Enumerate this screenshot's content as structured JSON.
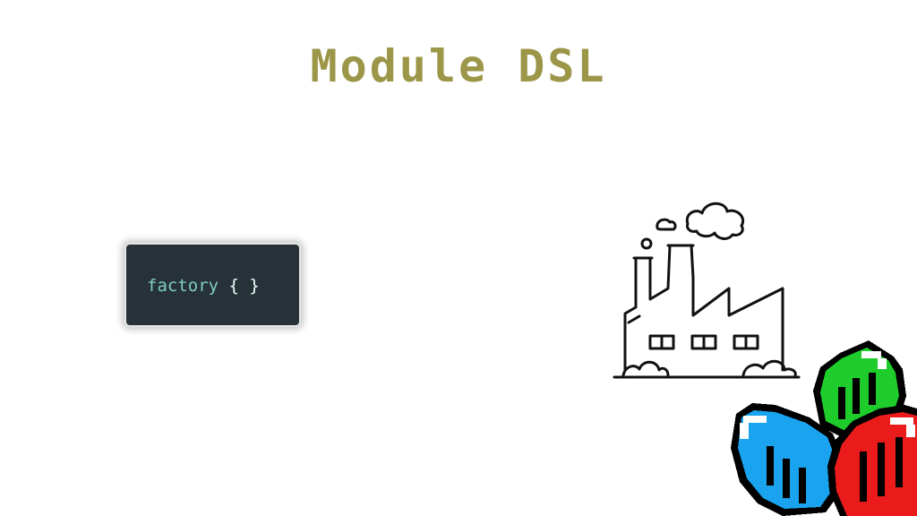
{
  "slide": {
    "title": "Module DSL"
  },
  "code_snippet": {
    "keyword": "factory",
    "braces": " { }"
  },
  "colors": {
    "title": "#9b9648",
    "background": "#ffffff",
    "code_background": "#263238",
    "code_keyword": "#80cbc4",
    "code_punctuation": "#eeffff",
    "illustration_stroke": "#111111",
    "pixel_green": "#1ecc2c",
    "pixel_blue": "#1aa3ee",
    "pixel_red": "#ec1b1b",
    "pixel_outline": "#000000"
  },
  "icons": {
    "factory": "factory-icon",
    "pixel_art": "pixel-gem-cluster"
  }
}
